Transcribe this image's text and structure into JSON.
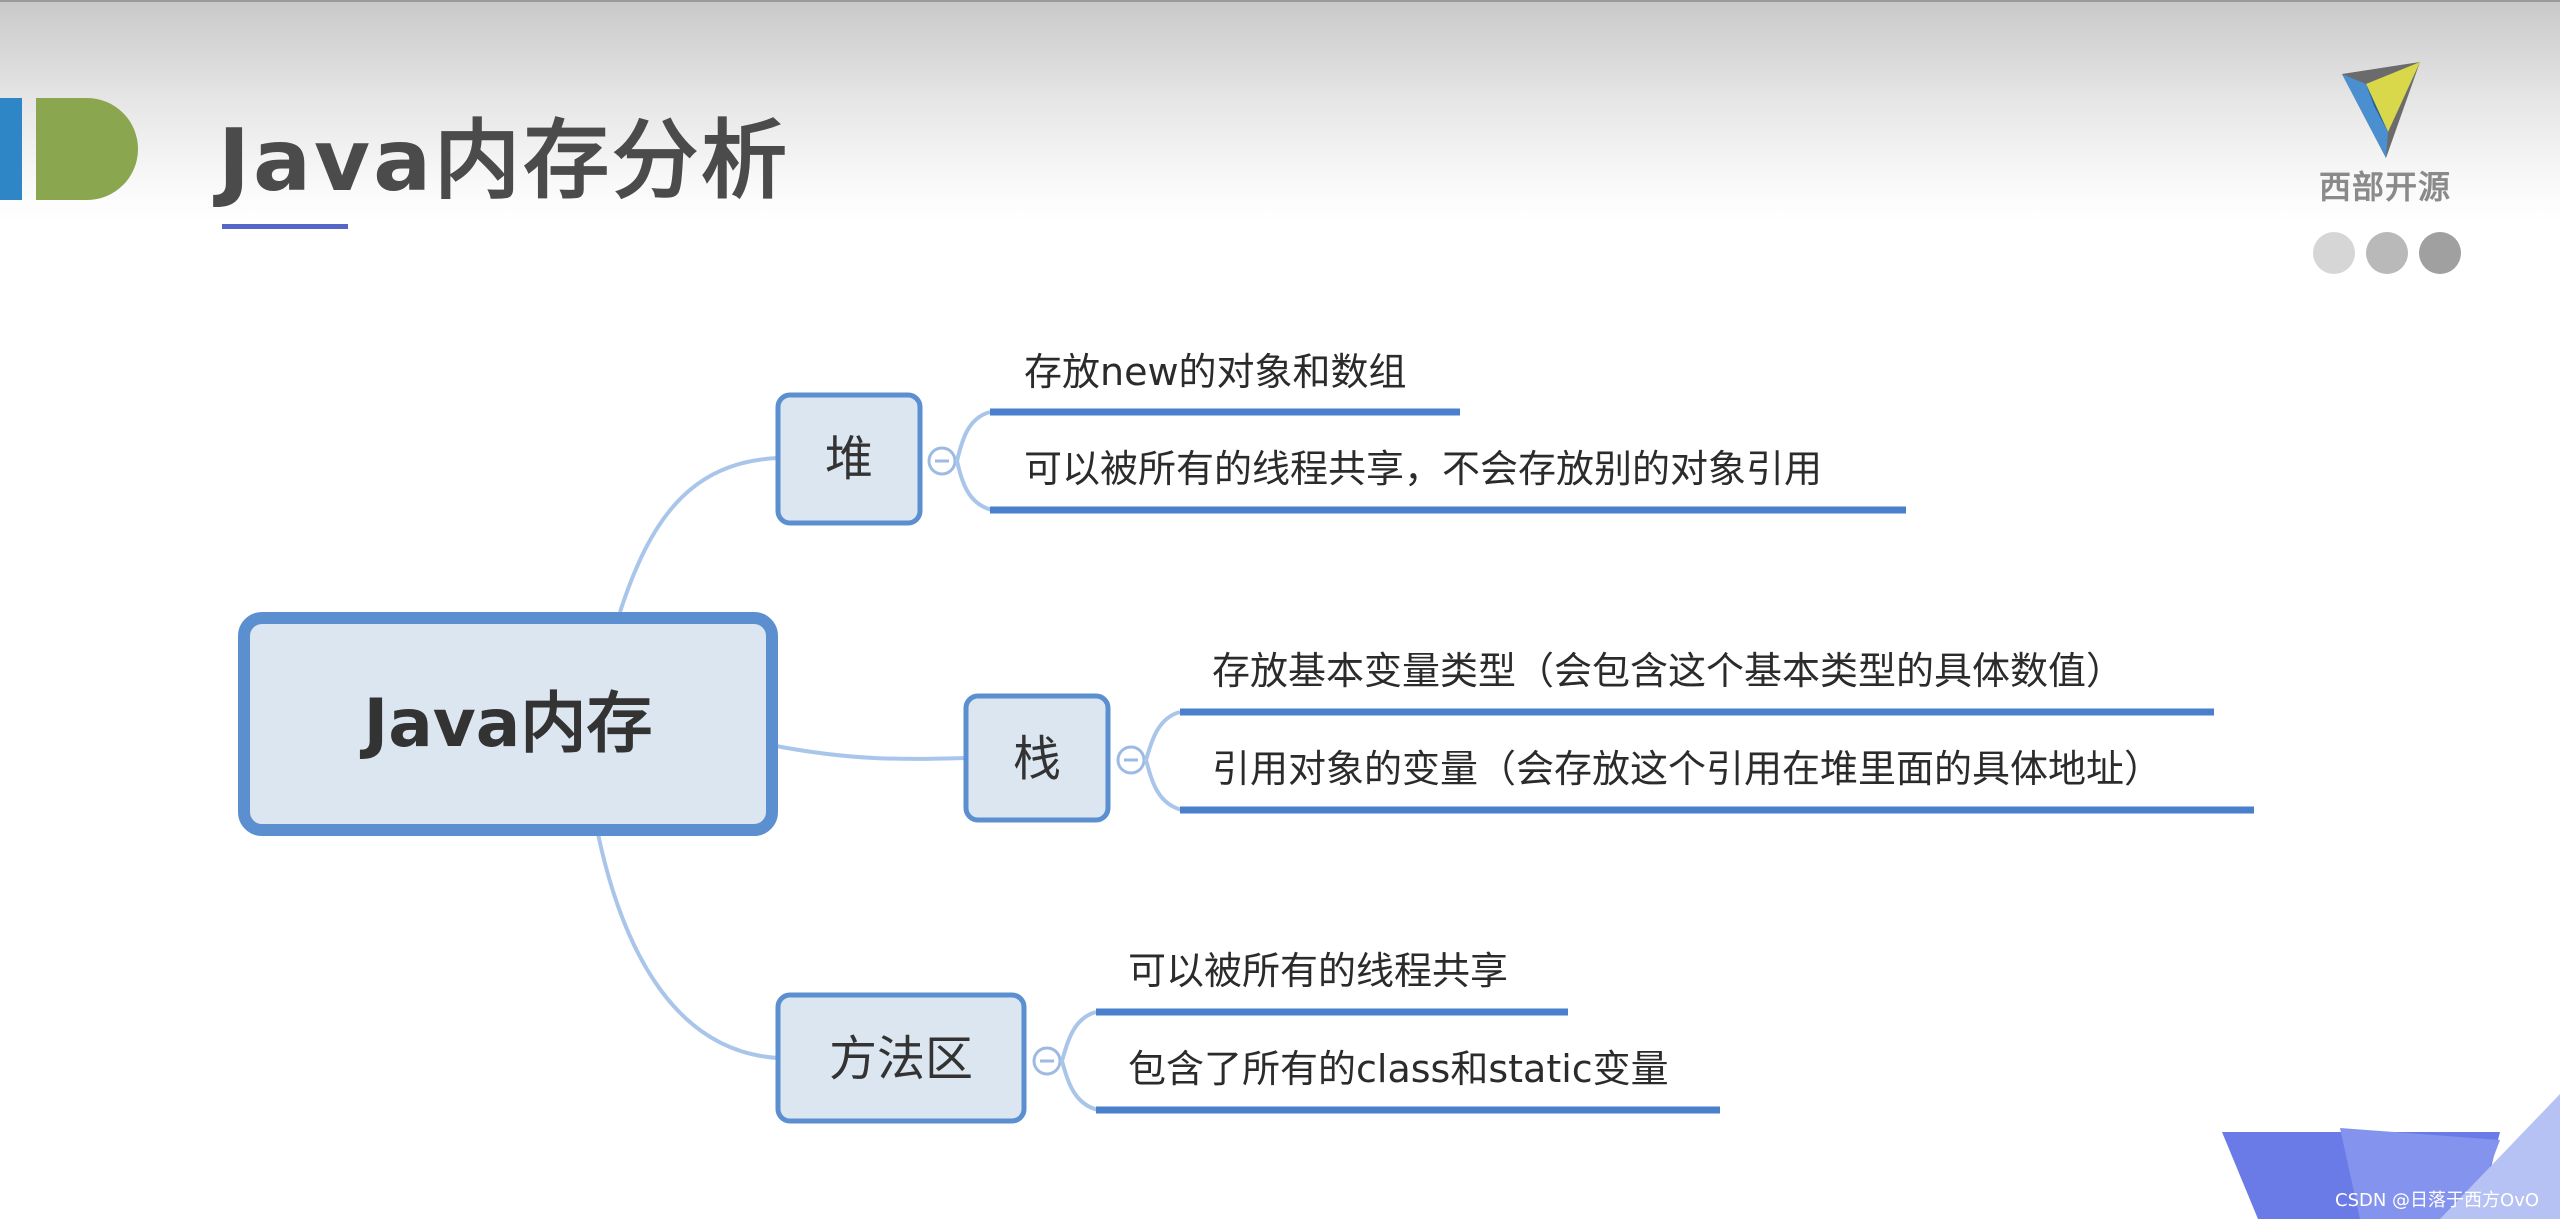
{
  "header": {
    "title": "Java内存分析",
    "logo_text": "西部开源"
  },
  "mindmap": {
    "root": "Java内存",
    "branches": [
      {
        "label": "堆",
        "items": [
          "存放new的对象和数组",
          "可以被所有的线程共享，不会存放别的对象引用"
        ]
      },
      {
        "label": "栈",
        "items": [
          "存放基本变量类型（会包含这个基本类型的具体数值）",
          "引用对象的变量（会存放这个引用在堆里面的具体地址）"
        ]
      },
      {
        "label": "方法区",
        "items": [
          "可以被所有的线程共享",
          "包含了所有的class和static变量"
        ]
      }
    ]
  },
  "watermark": "CSDN @日落于西方OvO",
  "colors": {
    "node_border": "#5b8fd0",
    "node_fill": "#dce6f1",
    "underline": "#4a7fcb",
    "connector": "#a9c6ea",
    "title_text": "#4b4b4b",
    "accent_blue": "#2f86c6",
    "accent_green": "#8aa64e",
    "corner_shape": "#6a7be8"
  },
  "icons": {
    "collapse": "collapse-circle-icon",
    "logo": "west-open-source-logo-icon"
  }
}
